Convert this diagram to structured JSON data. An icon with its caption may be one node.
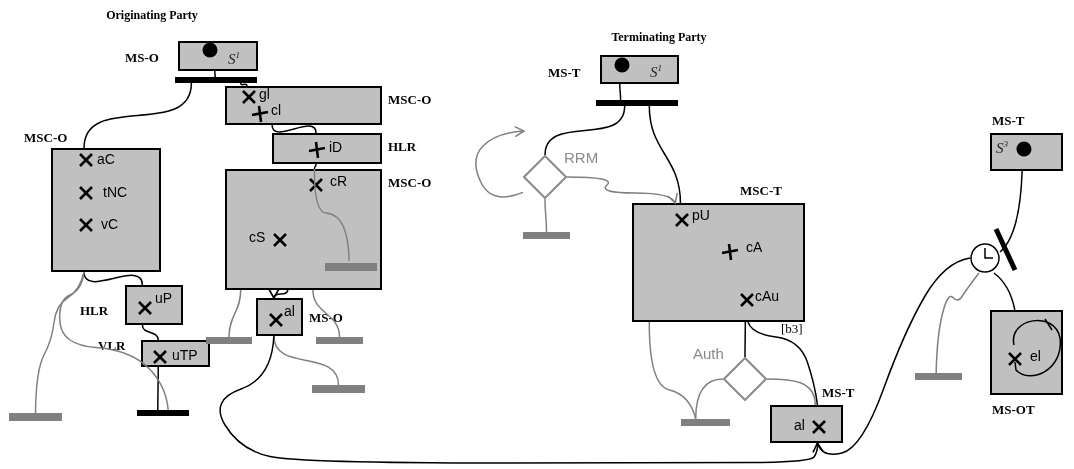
{
  "diagram": {
    "nodes": [
      {
        "text": [
          "MS-O",
          "S$^{1}$"
        ]
      },
      {
        "text": [],
        "shape": "bar"
      },
      {
        "text": [
          "MSC-O",
          "aC",
          "tNC",
          "vC"
        ]
      },
      {
        "text": [
          "gl",
          "MSC-O",
          "cl"
        ]
      },
      {
        "text": [
          "iD",
          "HLR"
        ]
      },
      {
        "text": [
          "cR",
          "MSC-O",
          "cS"
        ]
      },
      {
        "text": [
          "al",
          "MS-O"
        ]
      },
      {
        "text": [
          "HLR",
          "uP"
        ]
      },
      {
        "text": [
          "VLR",
          "uTP"
        ]
      },
      {
        "text": [],
        "shape": "bar"
      },
      {
        "text": [],
        "shape": "bar"
      },
      {
        "text": [],
        "shape": "bar",
        "in": 5
      },
      {
        "text": [],
        "shape": "bar"
      },
      {
        "text": [],
        "shape": "bar"
      },
      {
        "text": [],
        "shape": "bar"
      },
      {
        "text": [
          "MS-T",
          "S$^{1}$"
        ]
      },
      {
        "text": [],
        "shape": "bar"
      },
      {
        "text": [
          "RRM"
        ]
      },
      {
        "text": [],
        "shape": "bar"
      },
      {
        "text": [
          "MSC-T",
          "pU",
          "cA",
          "cAu"
        ]
      },
      {
        "text": [
          "Auth"
        ]
      },
      {
        "text": [],
        "shape": "bar"
      },
      {
        "text": [
          "MS-T",
          "al"
        ]
      },
      {
        "text": [
          "MS-T",
          "S$^{3}$"
        ]
      },
      {
        "text": [],
        "shape": "circle"
      },
      {
        "text": [],
        "shape": "bar"
      },
      {
        "text": [
          "el",
          "MS-OT"
        ]
      }
    ],
    "edges": [
      {
        "from": 0,
        "to": 1,
        "arrow": "none"
      },
      {
        "from": 1,
        "to": 2,
        "arrow": "none"
      },
      {
        "from": 1,
        "to": 3,
        "arrow": "none"
      },
      {
        "from": 3,
        "to": 4,
        "arrow": "none"
      },
      {
        "from": 4,
        "to": 5,
        "arrow": "none"
      },
      {
        "from": 5,
        "to": 6,
        "arrow": "to"
      },
      {
        "from": 2,
        "to": 7,
        "arrow": "none"
      },
      {
        "from": 7,
        "to": 8,
        "arrow": "none"
      },
      {
        "from": 8,
        "to": 9,
        "arrow": "none"
      },
      {
        "from": 2,
        "to": 10,
        "arrow": "none",
        "color": "#808080"
      },
      {
        "from": 5,
        "to": 11,
        "arrow": "none",
        "color": "#808080"
      },
      {
        "from": 5,
        "to": 12,
        "arrow": "none",
        "color": "#808080"
      },
      {
        "from": 5,
        "to": 13,
        "arrow": "none",
        "color": "#808080"
      },
      {
        "from": 6,
        "to": 14,
        "arrow": "none",
        "color": "#808080"
      },
      {
        "from": 6,
        "to": 22,
        "arrow": "to"
      },
      {
        "from": 15,
        "to": 16,
        "arrow": "none"
      },
      {
        "from": 16,
        "to": 17,
        "arrow": "none"
      },
      {
        "from": 16,
        "to": 19,
        "arrow": "none"
      },
      {
        "from": 17,
        "to": 18,
        "arrow": "none",
        "color": "#808080"
      },
      {
        "from": 17,
        "to": 19,
        "arrow": "to",
        "color": "#808080"
      },
      {
        "from": 19,
        "to": 20,
        "arrow": "none"
      },
      {
        "from": 19,
        "to": 21,
        "arrow": "none",
        "color": "#808080"
      },
      {
        "from": 20,
        "to": 21,
        "arrow": "none",
        "color": "#808080"
      },
      {
        "from": 20,
        "to": 22,
        "arrow": "none",
        "color": "#808080"
      },
      {
        "from": 19,
        "to": 22,
        "arrow": "none",
        "label": "[b3]"
      },
      {
        "from": 22,
        "to": 24,
        "arrow": "none"
      },
      {
        "from": 23,
        "to": 24,
        "arrow": "none"
      },
      {
        "from": 24,
        "to": 25,
        "arrow": "none",
        "color": "#808080"
      },
      {
        "from": 24,
        "to": 26,
        "arrow": "none"
      },
      {
        "from": 2,
        "to": 9,
        "arrow": "none",
        "color": "#808080"
      },
      {
        "from": 17,
        "to": null,
        "arrow": "to",
        "color": "#808080"
      }
    ],
    "labels": [
      "Originating Party",
      "Terminating Party"
    ]
  }
}
